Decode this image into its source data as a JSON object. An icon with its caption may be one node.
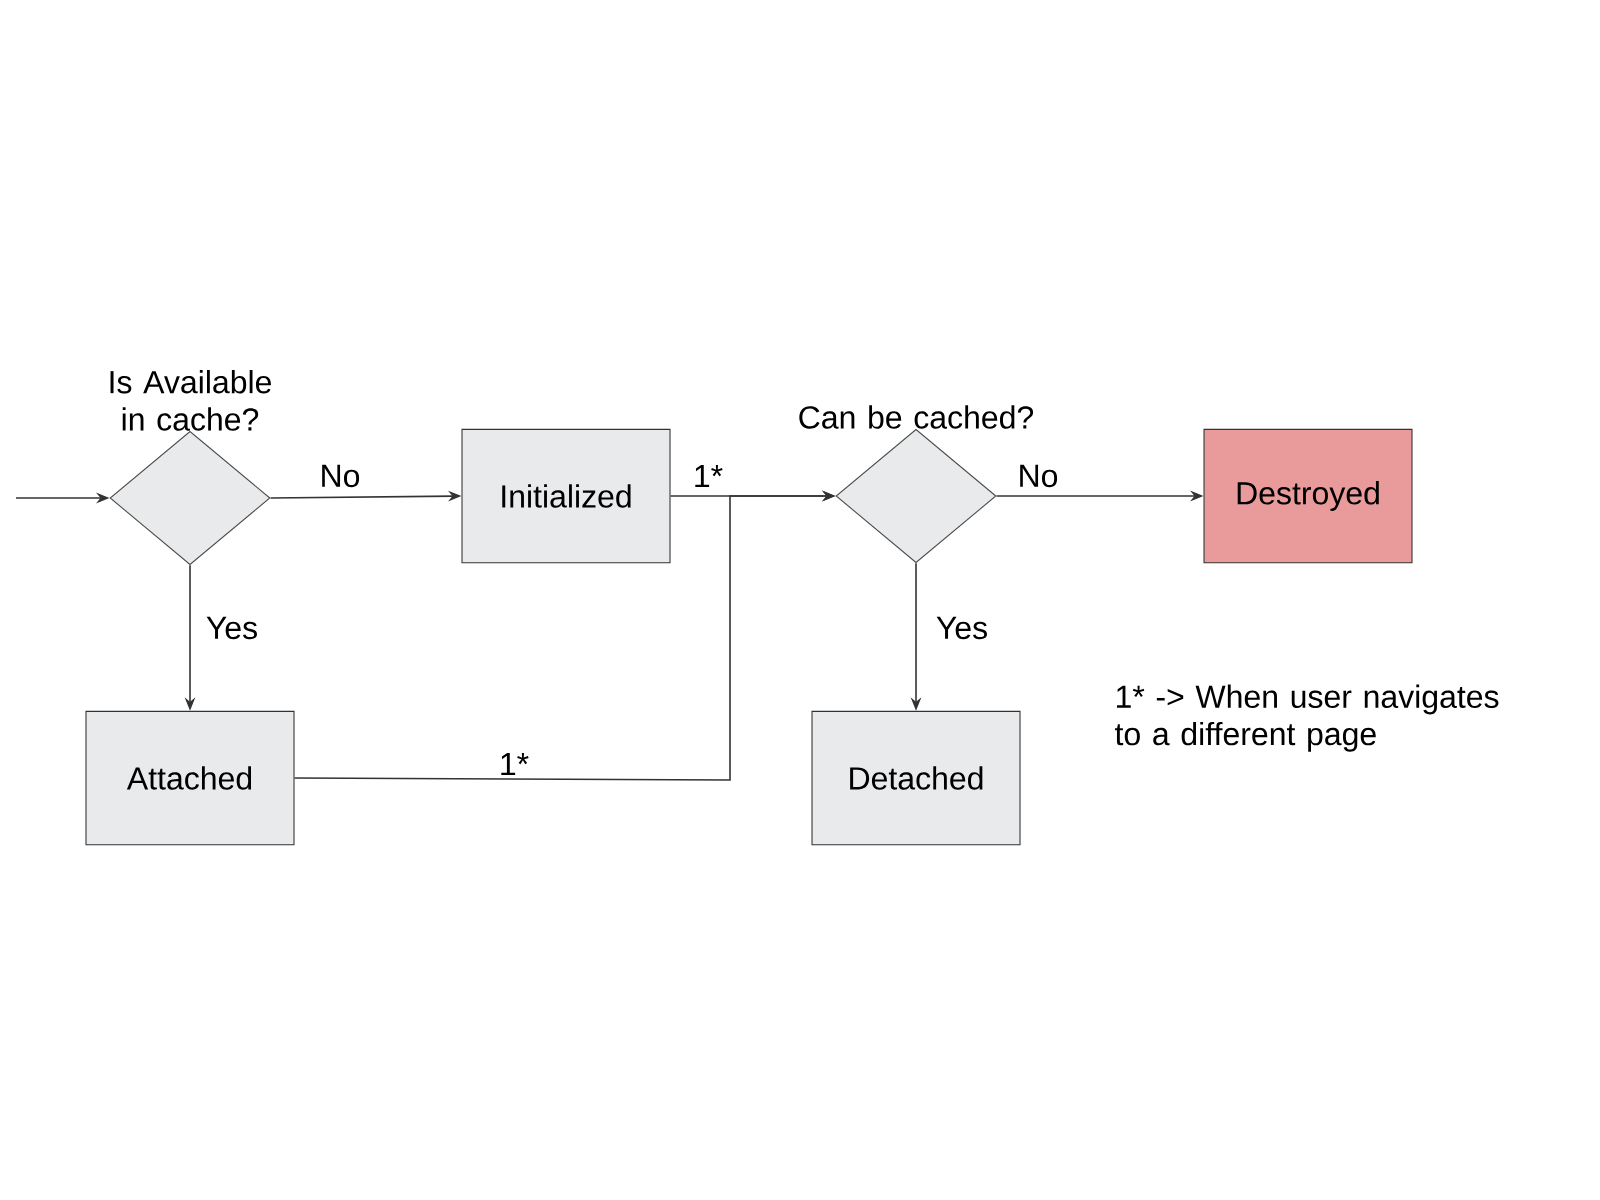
{
  "diagram": {
    "nodes": [
      {
        "text": [
          "Is Available in cache?"
        ]
      },
      {
        "text": [
          "Initialized"
        ]
      },
      {
        "text": [
          "Attached"
        ]
      },
      {
        "text": [
          "Can be cached?"
        ]
      },
      {
        "text": [
          "Destroyed"
        ]
      },
      {
        "text": [
          "Detached"
        ]
      }
    ],
    "edges": [
      {
        "from": null,
        "to": 0,
        "arrow": "to"
      },
      {
        "from": 0,
        "to": 1,
        "arrow": "to",
        "label": "No"
      },
      {
        "from": 0,
        "to": 2,
        "arrow": "to",
        "label": "Yes"
      },
      {
        "from": 1,
        "to": 3,
        "arrow": "to",
        "label": "1*"
      },
      {
        "from": 2,
        "to": 3,
        "arrow": "to",
        "label": "1*"
      },
      {
        "from": 3,
        "to": 4,
        "arrow": "to",
        "label": "No"
      },
      {
        "from": 3,
        "to": 5,
        "arrow": "to",
        "label": "Yes"
      }
    ],
    "labels": [
      "1*  -> When user navigates to a different page"
    ]
  }
}
